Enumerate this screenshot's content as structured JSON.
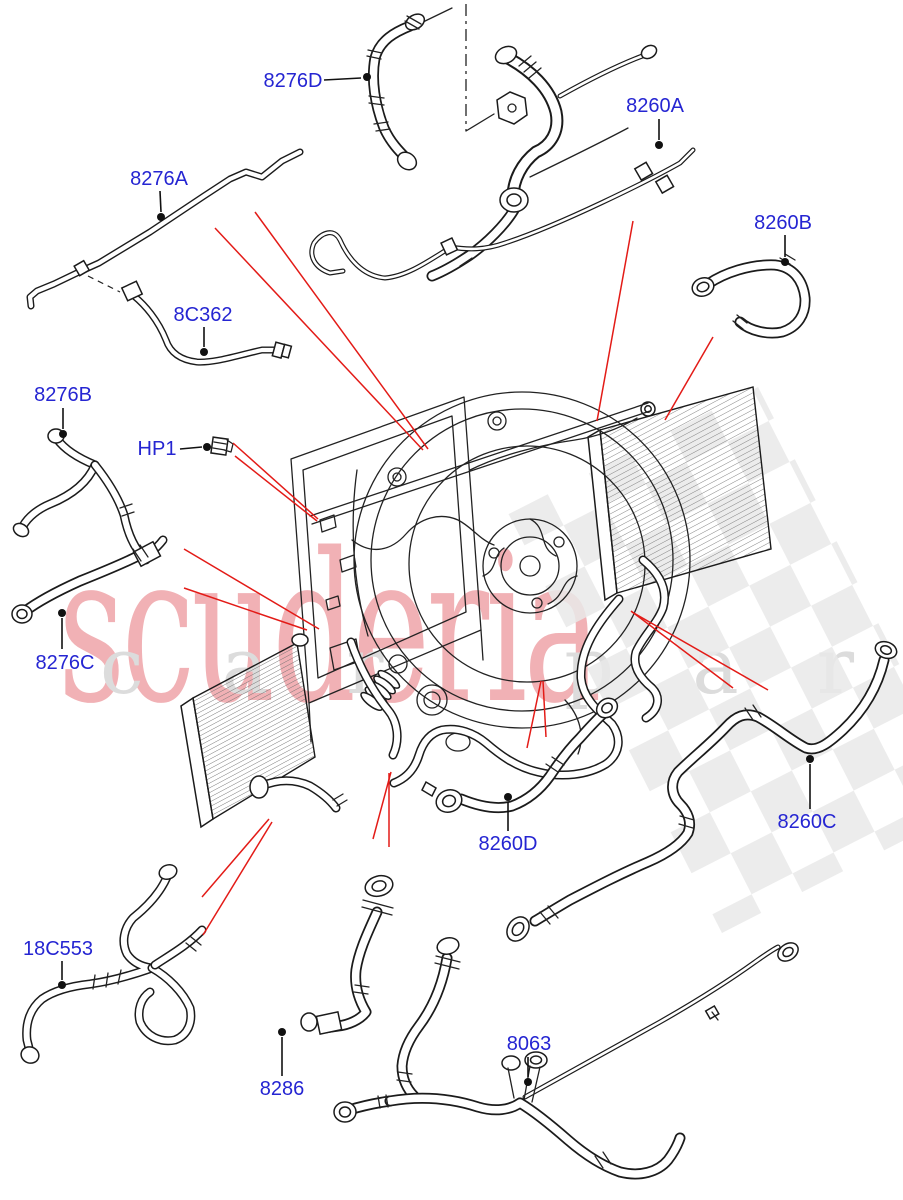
{
  "diagram": {
    "kind": "parts-diagram",
    "subject": "engine cooling system radiator and hoses",
    "colors": {
      "background": "#ffffff",
      "label_blue": "#2525d2",
      "pointer_red": "#e31b17",
      "line_black": "#1b1b1b",
      "watermark_pink": "#f1b1b5",
      "watermark_gray": "#dcdcdc",
      "checker_gray": "#e9e9e9"
    }
  },
  "watermark": {
    "brand": "scuderia",
    "tagline": "car parts"
  },
  "callouts": [
    {
      "part": "8276D"
    },
    {
      "part": "8260A"
    },
    {
      "part": "8276A"
    },
    {
      "part": "8C362"
    },
    {
      "part": "8260B"
    },
    {
      "part": "8276B"
    },
    {
      "part": "HP1"
    },
    {
      "part": "8276C"
    },
    {
      "part": "18C553"
    },
    {
      "part": "8286"
    },
    {
      "part": "8063"
    },
    {
      "part": "8260D"
    },
    {
      "part": "8260C"
    }
  ]
}
